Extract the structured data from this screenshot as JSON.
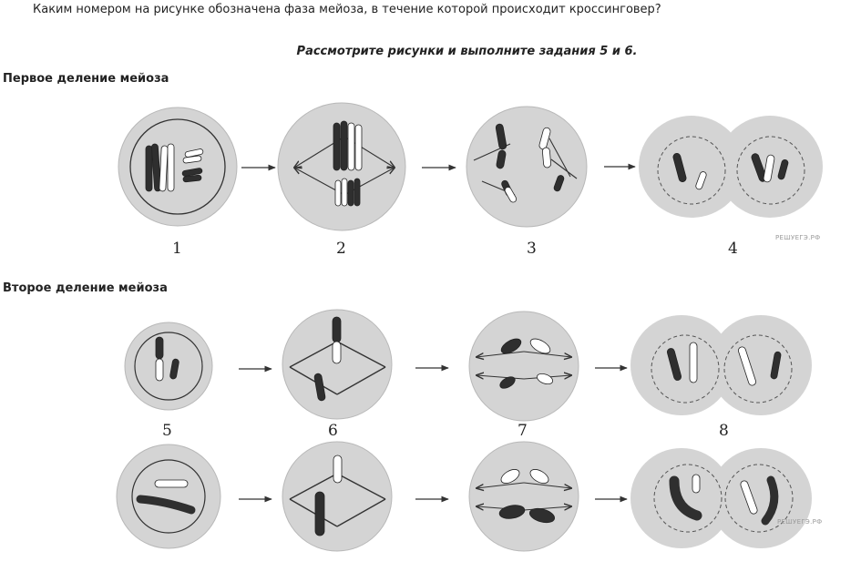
{
  "question": "Каким номером на рисунке обозначена фаза мейоза, в течение которой происходит кроссинговер?",
  "instruction": "Рассмотрите рисунки и выполните задания 5 и 6.",
  "sections": {
    "first": "Первое деление мейоза",
    "second": "Второе деление мейоза"
  },
  "stage_numbers": [
    "1",
    "2",
    "3",
    "4",
    "5",
    "6",
    "7",
    "8"
  ],
  "watermark": "РЕШУЕГЭ.РФ",
  "colors": {
    "cell": "#d4d4d4",
    "outline": "#a8a8a8",
    "chromosome_dark": "#2f2f2f",
    "text": "#222222"
  }
}
